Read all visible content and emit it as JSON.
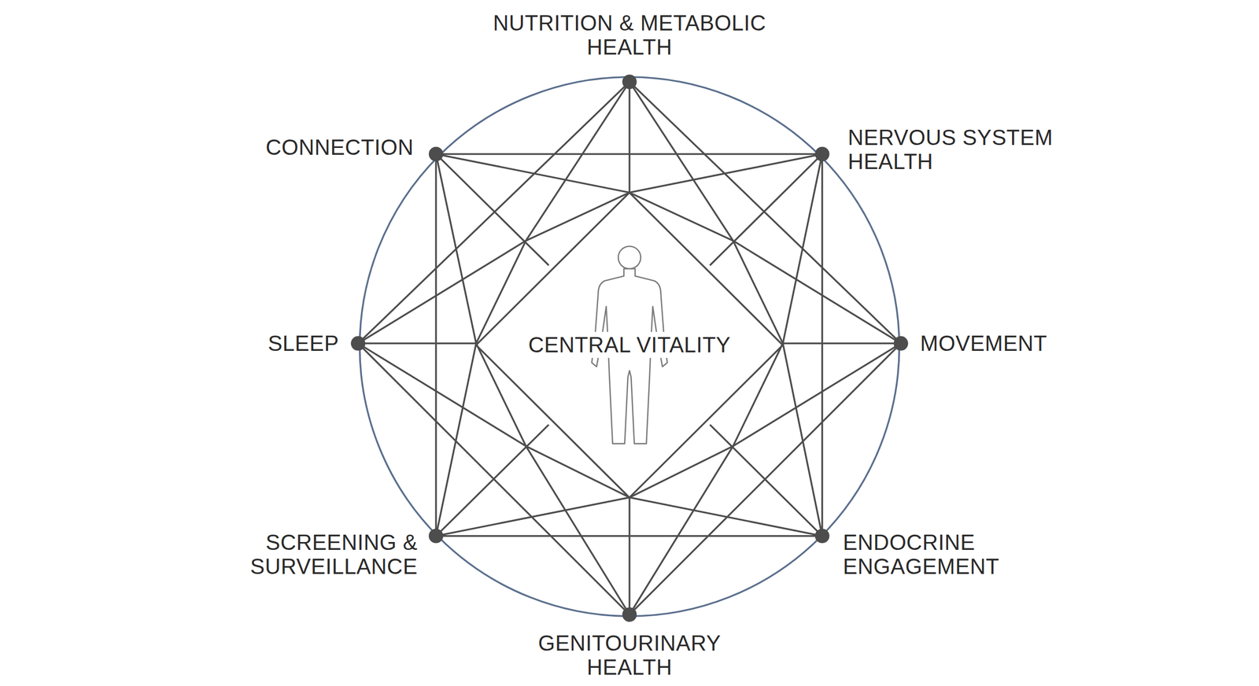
{
  "diagram": {
    "nodes": [
      {
        "text": [
          "CENTRAL VITALITY"
        ]
      }
    ],
    "labels": [
      "NUTRITION & METABOLIC HEALTH",
      "NERVOUS SYSTEM HEALTH",
      "MOVEMENT",
      "ENDOCRINE ENGAGEMENT",
      "GENITOURINARY HEALTH",
      "SCREENING & SURVEILLANCE",
      "SLEEP",
      "CONNECTION"
    ]
  }
}
